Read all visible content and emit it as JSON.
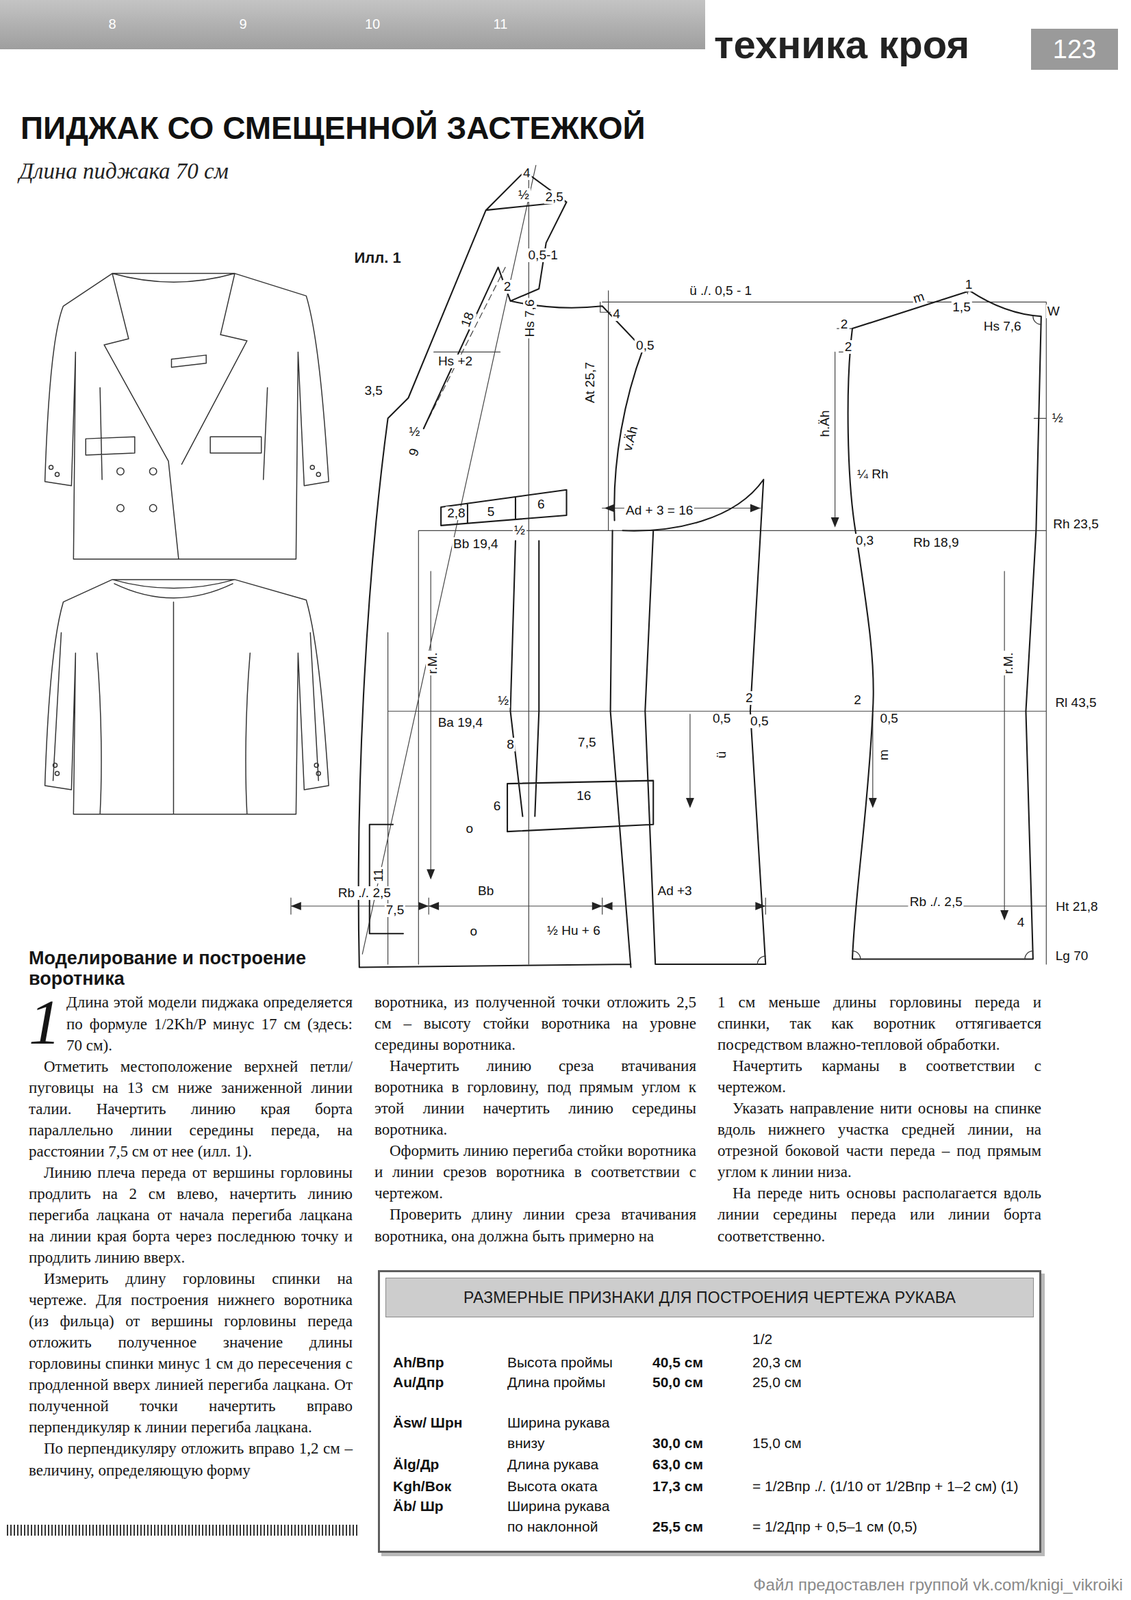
{
  "diagram": {
    "title": "ПИДЖАК СО СМЕЩЕННОЙ ЗАСТЕЖКОЙ",
    "nodes": [
      {
        "text": [
          "8",
          "9",
          "10",
          "11"
        ]
      },
      {
        "text": [
          "123"
        ]
      },
      {
        "text": [
          "1/2",
          "Ah/Впр",
          "Высота проймы",
          "40,5 см",
          "20,3 см",
          "Au/Дпр",
          "Длина проймы",
          "50,0 см",
          "25,0 см",
          "Äsw/ Шрн",
          "Ширина рукава внизу",
          "30,0 см",
          "15,0 см",
          "Älg/Др",
          "Длина рукава",
          "63,0 см",
          "Kgh/Вок",
          "Высота оката",
          "17,3 см",
          "= 1/2Впр ./. (1/10 от 1/2Впр + 1–2 см) (1)",
          "Äb/ Шр",
          "Ширина рукава по наклонной",
          "25,5 см",
          "= 1/2Дпр + 0,5–1 см (0,5)"
        ]
      },
      {
        "text": [
          "РАЗМЕРНЫЕ ПРИЗНАКИ ДЛЯ ПОСТРОЕНИЯ ЧЕРТЕЖА РУКАВА"
        ],
        "in": 2
      }
    ],
    "labels": [
      "техника кроя",
      "Длина пиджака 70 см",
      "Илл. 1",
      "4",
      "½",
      "2,5",
      "0,5-1",
      "2",
      "Hs 7,6",
      "4",
      "18",
      "Hs +2",
      "0,5",
      "At 25,7",
      "3,5",
      "½",
      "9",
      "v.Äh",
      "2,8",
      "5",
      "6",
      "Ad + 3 = 16",
      "Bb 19,4",
      "½",
      "ü ./. 0,5 - 1",
      "m",
      "1",
      "1,5",
      "Hs 7,6",
      "W",
      "2",
      "2",
      "h.Äh",
      "½",
      "¼ Rh",
      "0,3",
      "Rb 18,9",
      "Rh 23,5",
      "r.M.",
      "r.M.",
      "½",
      "2",
      "2",
      "Rl 43,5",
      "Ba 19,4",
      "0,5",
      "0,5",
      "0,5",
      "ü",
      "m",
      "8",
      "7,5",
      "16",
      "6",
      "o",
      "11",
      "Rb ./. 2,5",
      "7,5",
      "Bb",
      "Ad +3",
      "Rb ./. 2,5",
      "Ht 21,8",
      "o",
      "½ Hu + 6",
      "4",
      "Lg 70",
      "Моделирование и построение воротника",
      "1",
      "Длина этой модели пиджака определяется по формуле 1/2Kh/P минус 17 см (здесь: 70 см).",
      "Отметить местоположение верхней петли/пуговицы на 13 см ниже заниженной линии талии. Начертить линию края борта параллельно линии середины переда, на расстоянии 7,5 см от нее (илл. 1).",
      "Линию плеча переда от вершины горловины продлить на 2 см влево, начертить линию перегиба лацкана от начала перегиба лацкана на линии края борта через последнюю точку и продлить линию вверх.",
      "Измерить длину горловины спинки на чертеже. Для построения нижнего воротника (из фильца) от вершины горловины переда отложить полученное значение длины горловины спинки минус 1 см до пересечения с продленной вверх линией перегиба лацкана. От полученной точки начертить вправо перпендикуляр к линии перегиба лацкана.",
      "По перпендикуляру отложить вправо 1,2 см – величину, определяющую форму",
      "воротника, из полученной точки отложить 2,5 см – высоту стойки воротника на уровне середины воротника.",
      "Начертить линию среза втачивания воротника в горловину, под прямым углом к этой линии начертить линию середины воротника.",
      "Оформить линию перегиба стойки воротника и линии срезов воротника в соответствии с чертежом.",
      "Проверить длину линии среза втачивания воротника, она должна быть примерно на",
      "1 см меньше длины горловины переда и спинки, так как воротник оттягивается посредством влажно-тепловой обработки.",
      "Начертить карманы в соответствии с чертежом.",
      "Указать направление нити основы на спинке вдоль нижнего участка средней линии, на отрезной боковой части переда – под прямым углом к линии низа.",
      "На переде нить основы располагается вдоль линии середины переда или линии борта соответственно.",
      "Файл предоставлен группой vk.com/knigi_vikroiki"
    ]
  }
}
